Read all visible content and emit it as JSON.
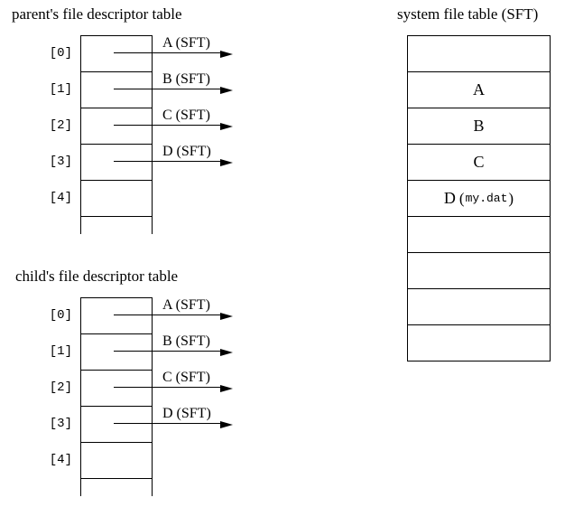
{
  "page": {
    "background": "#ffffff",
    "line_color": "#000000",
    "text_color": "#000000"
  },
  "parent_table": {
    "title": "parent's file descriptor table",
    "row_labels": [
      "[0]",
      "[1]",
      "[2]",
      "[3]",
      "[4]"
    ],
    "arrow_labels": [
      "A (SFT)",
      "B (SFT)",
      "C (SFT)",
      "D (SFT)"
    ]
  },
  "child_table": {
    "title": "child's file descriptor table",
    "row_labels": [
      "[0]",
      "[1]",
      "[2]",
      "[3]",
      "[4]"
    ],
    "arrow_labels": [
      "A (SFT)",
      "B (SFT)",
      "C (SFT)",
      "D (SFT)"
    ]
  },
  "sft_table": {
    "title": "system file table (SFT)",
    "cells": [
      {
        "text": ""
      },
      {
        "text": "A"
      },
      {
        "text": "B"
      },
      {
        "text": "C"
      },
      {
        "text": "D",
        "file_open": "(",
        "file_name": "my.dat",
        "file_close": ")"
      },
      {
        "text": ""
      },
      {
        "text": ""
      },
      {
        "text": ""
      },
      {
        "text": ""
      }
    ]
  }
}
